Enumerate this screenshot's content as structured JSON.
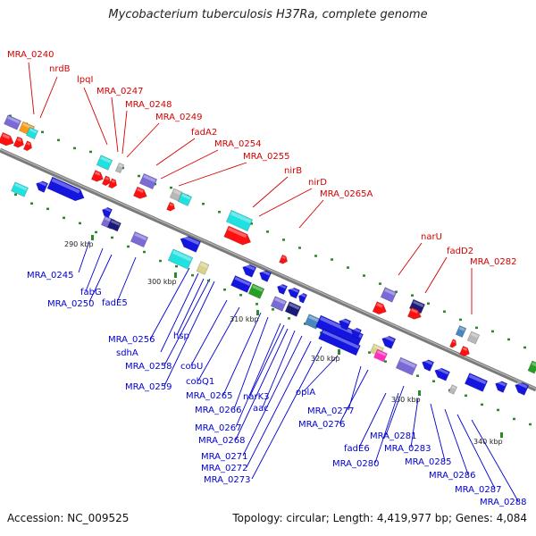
{
  "title": "Mycobacterium tuberculosis H37Ra, complete genome",
  "footer": {
    "accession": "Accession: NC_009525",
    "topology": "Topology: circular; Length: 4,419,977 bp; Genes: 4,084"
  },
  "colors": {
    "forward_label": "#d40000",
    "reverse_label": "#0000d0",
    "backbone": "#808080",
    "gene_red": "#ff1010",
    "gene_blue": "#1515e0",
    "gene_violet": "#7a6ad6",
    "gene_cyan": "#20e0e0",
    "gene_grey": "#b8b8b8",
    "gene_orange": "#f59a1c",
    "gene_green": "#23a023",
    "gene_navy": "#1a1a7a",
    "gene_magenta": "#ff30c0",
    "gene_khaki": "#d9d28a",
    "gene_steel": "#4a86c0",
    "tick_green": "#2a8a2a"
  },
  "ticks": [
    "290 kbp",
    "300 kbp",
    "310 kbp",
    "320 kbp",
    "330 kbp",
    "340 kbp"
  ],
  "forward_labels": [
    "MRA_0240",
    "nrdB",
    "lpqI",
    "MRA_0247",
    "MRA_0248",
    "MRA_0249",
    "fadA2",
    "MRA_0254",
    "MRA_0255",
    "nirB",
    "nirD",
    "MRA_0265A",
    "narU",
    "fadD2",
    "MRA_0282"
  ],
  "reverse_labels": [
    "MRA_0245",
    "fabG",
    "MRA_0250",
    "fadE5",
    "MRA_0256",
    "sdhA",
    "MRA_0258",
    "MRA_0259",
    "hsp",
    "cobU",
    "cobQ1",
    "MRA_0265",
    "MRA_0266",
    "MRA_0267",
    "MRA_0268",
    "narK3",
    "aac",
    "MRA_0271",
    "MRA_0272",
    "MRA_0273",
    "oplA",
    "MRA_0277",
    "MRA_0276",
    "fadE6",
    "MRA_0281",
    "MRA_0280",
    "MRA_0283",
    "MRA_0285",
    "MRA_0286",
    "MRA_0287",
    "MRA_0288"
  ]
}
